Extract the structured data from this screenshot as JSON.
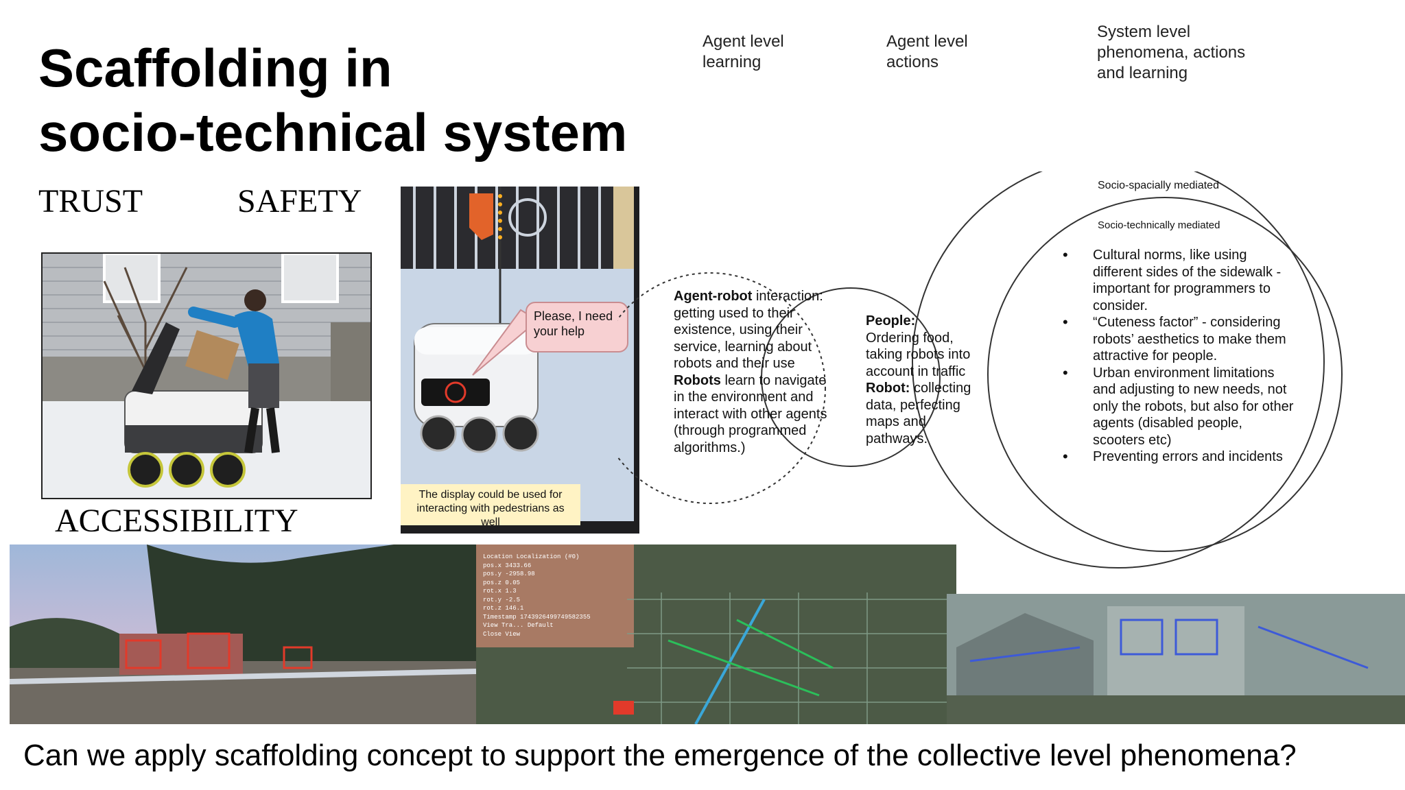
{
  "slide": {
    "title_line1": "Scaffolding in",
    "title_line2": "socio-technical system",
    "labels": {
      "trust": "TRUST",
      "safety": "SAFETY",
      "accessibility": "ACCESSIBILITY"
    },
    "photo2": {
      "speech_bubble": "Please, I need your help",
      "caption": "The display could be used for interacting with pedestrians as well"
    },
    "diagram": {
      "columns": [
        "Agent level learning",
        "Agent level actions",
        "System level phenomena, actions and learning"
      ],
      "outer_ring_label": "Socio-spacially mediated",
      "inner_ring_label": "Socio-technically mediated",
      "left_circle": {
        "agent_robot_head": "Agent-robot",
        "agent_robot_body": "interaction: getting used to their existence, using their service, learning about robots and their use",
        "robots_head": "Robots",
        "robots_body": "learn to navigate in the environment and interact with other agents (through programmed algorithms.)"
      },
      "middle_circle": {
        "people_head": "People:",
        "people_body": "Ordering food, taking robots into account in traffic",
        "robot_head": "Robot:",
        "robot_body": "collecting data, perfecting maps and pathways."
      },
      "bullets": [
        "Cultural norms, like using different sides of the sidewalk - important for programmers to consider.",
        "“Cuteness factor” - considering robots’ aesthetics to make them attractive for people.",
        "Urban environment limitations and adjusting to new needs, not only the robots, but also for other agents (disabled people, scooters etc)",
        "Preventing errors and incidents"
      ]
    },
    "hud": {
      "rows": [
        [
          "Location",
          "Localization (#0)"
        ],
        [
          "pos.x",
          "3433.66"
        ],
        [
          "pos.y",
          "-2958.98"
        ],
        [
          "pos.z",
          "0.05"
        ],
        [
          "rot.x",
          "1.3"
        ],
        [
          "rot.y",
          "-2.5"
        ],
        [
          "rot.z",
          "146.1"
        ],
        [
          "Timestamp",
          "1743926499749582355"
        ],
        [
          "View Tra...",
          "Default"
        ],
        [
          "Close View",
          ""
        ]
      ]
    },
    "question": "Can we apply scaffolding concept to support the emergence of the collective level phenomena?"
  }
}
